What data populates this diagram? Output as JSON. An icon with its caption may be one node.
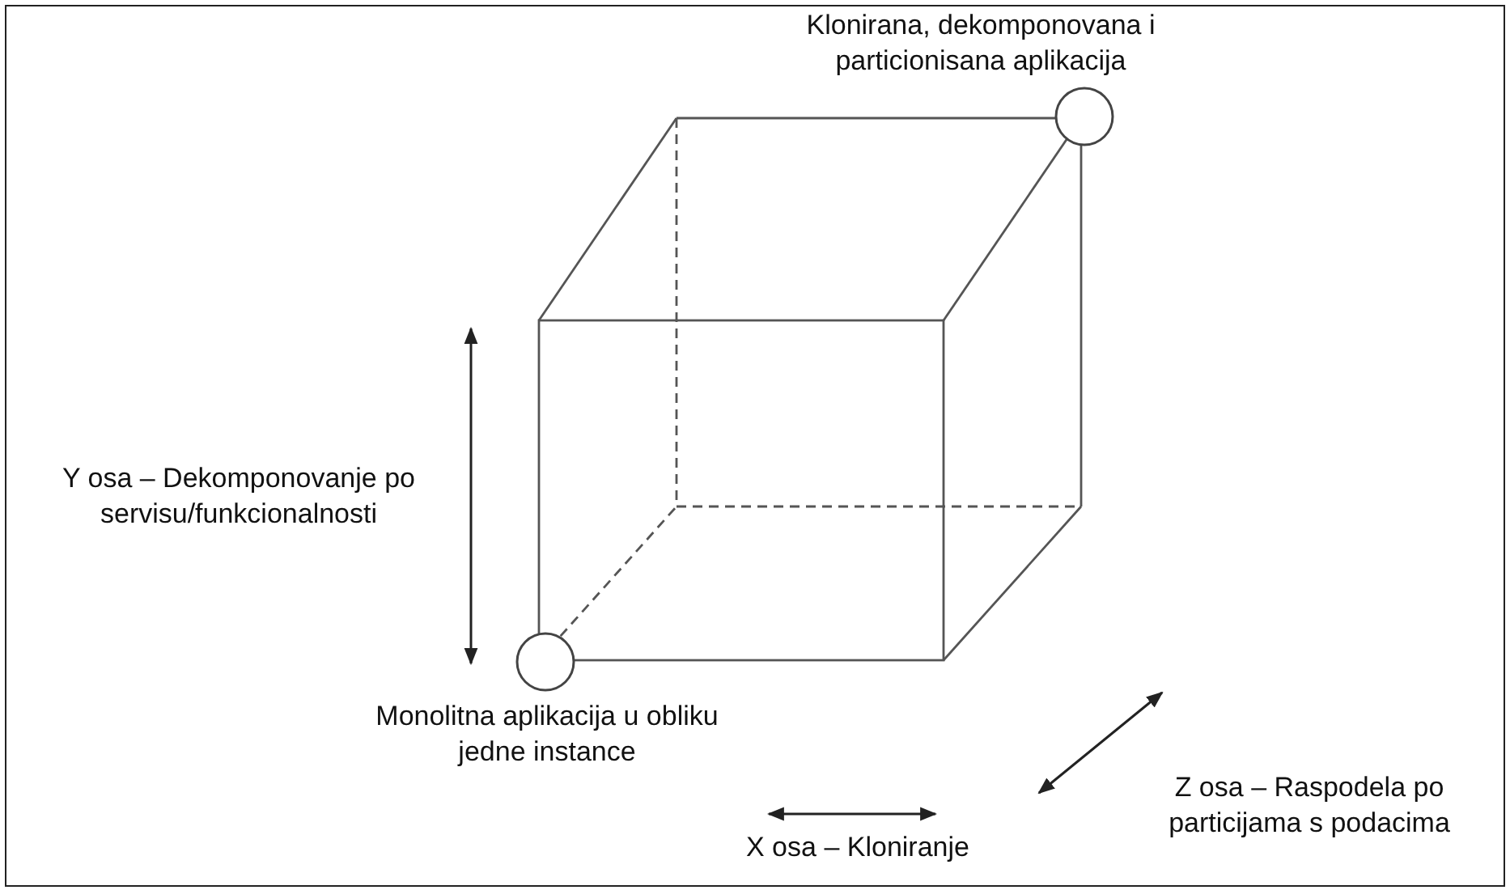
{
  "diagram": {
    "nodes": [
      {
        "text": [],
        "shape": "circle",
        "beside": [
          "Monolitna aplikacija u obliku jedne instance"
        ]
      },
      {
        "text": [],
        "shape": "circle",
        "beside": [
          "Klonirana, dekomponovana i particionisana aplikacija"
        ]
      }
    ],
    "labels": [
      "Y osa – Dekomponovanje po servisu/funkcionalnosti",
      "Z osa – Raspodela po particijama s podacima",
      "X osa – Kloniranje"
    ]
  }
}
